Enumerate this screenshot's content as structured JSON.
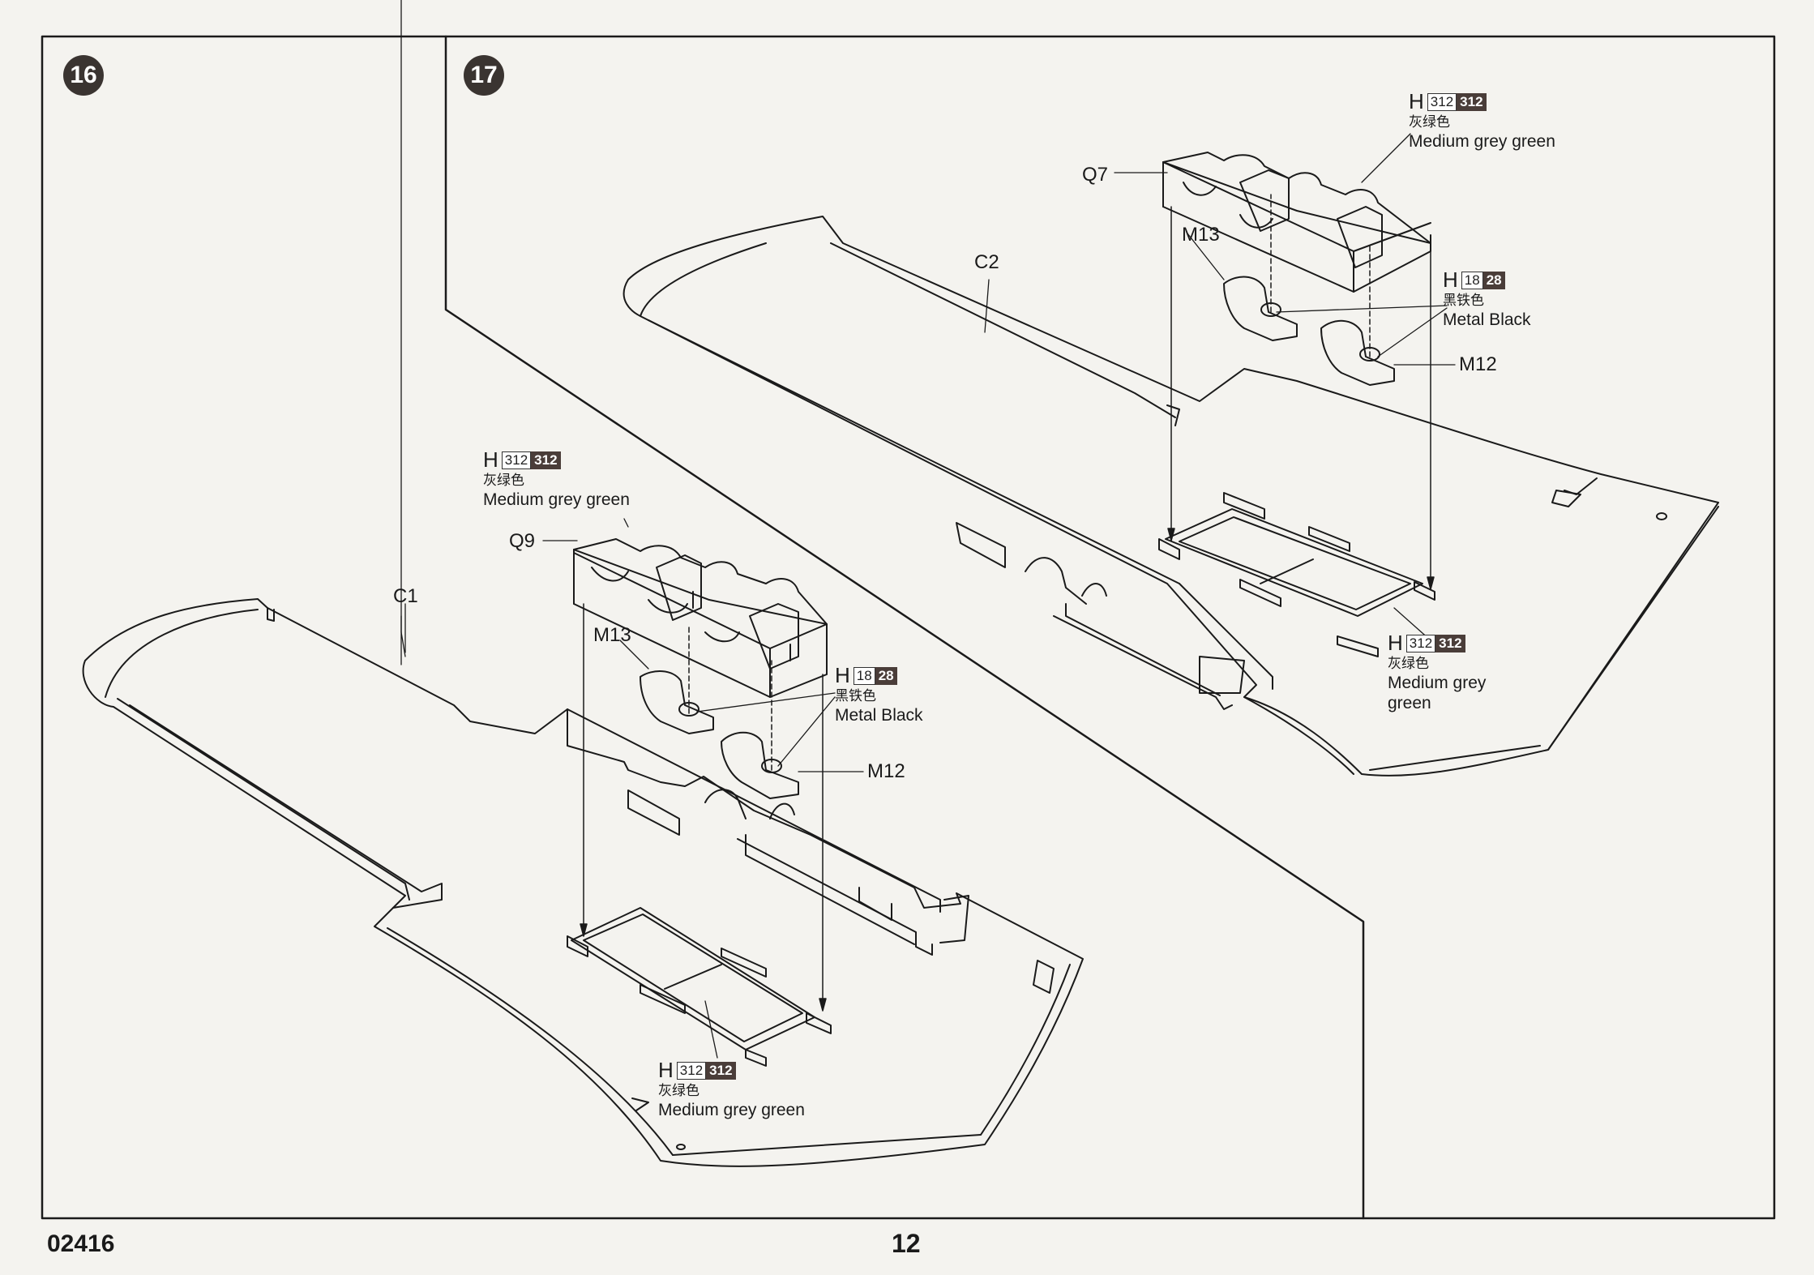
{
  "doc_code": "02416",
  "page_number": "12",
  "steps": [
    {
      "number": "16",
      "part_wing": "C1",
      "part_bay": "Q9",
      "part_strap_a": "M13",
      "part_strap_b": "M12",
      "paint_bay": {
        "h": "H",
        "code_a": "312",
        "code_b": "312",
        "cn": "灰绿色",
        "en": "Medium grey green"
      },
      "paint_strap": {
        "h": "H",
        "code_a": "18",
        "code_b": "28",
        "cn": "黑铁色",
        "en": "Metal  Black"
      },
      "paint_floor": {
        "h": "H",
        "code_a": "312",
        "code_b": "312",
        "cn": "灰绿色",
        "en": "Medium grey green"
      }
    },
    {
      "number": "17",
      "part_wing": "C2",
      "part_bay": "Q7",
      "part_strap_a": "M13",
      "part_strap_b": "M12",
      "paint_bay": {
        "h": "H",
        "code_a": "312",
        "code_b": "312",
        "cn": "灰绿色",
        "en": "Medium grey green"
      },
      "paint_strap": {
        "h": "H",
        "code_a": "18",
        "code_b": "28",
        "cn": "黑铁色",
        "en": "Metal  Black"
      },
      "paint_floor": {
        "h": "H",
        "code_a": "312",
        "code_b": "312",
        "cn": "灰绿色",
        "en_line1": "Medium grey",
        "en_line2": "green"
      }
    }
  ],
  "colors": {
    "ink": "#1a1a1a",
    "paper": "#f4f3ef",
    "badge": "#3a3431",
    "paint_box_dark": "#4a3d39"
  }
}
